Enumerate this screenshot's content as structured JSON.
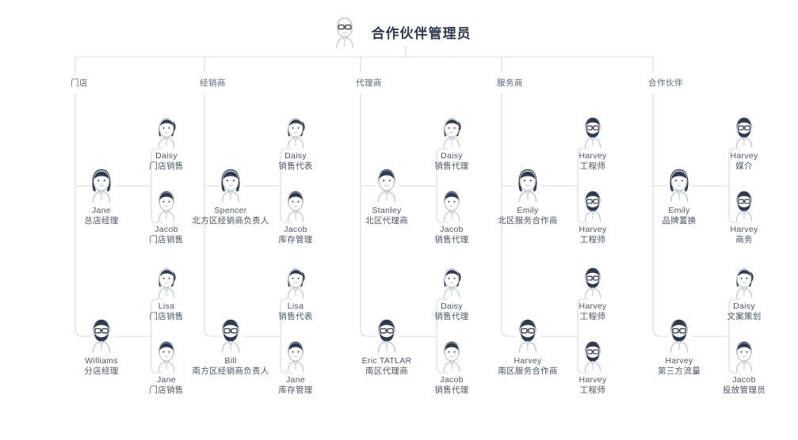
{
  "title": "合作伙伴管理员",
  "root_avatar": "avatar-male-glasses-bald",
  "theme": {
    "line_color": "#d3dae5",
    "text_color": "#4a5668",
    "title_color": "#2f3b4d",
    "avatar_stroke": "#c2cad6",
    "avatar_hair": "#2f3b4d",
    "background": "#ffffff"
  },
  "columns": [
    {
      "label": "门店",
      "groups": [
        {
          "parent": {
            "name": "Jane",
            "role": "总店经理",
            "avatar": "avatar-female-long-hair"
          },
          "children": [
            {
              "name": "Daisy",
              "role": "门店销售",
              "avatar": "avatar-female-ponytail"
            },
            {
              "name": "Jacob",
              "role": "门店销售",
              "avatar": "avatar-male-short-hair"
            }
          ]
        },
        {
          "parent": {
            "name": "Williams",
            "role": "分店经理",
            "avatar": "avatar-male-beard-glasses"
          },
          "children": [
            {
              "name": "Lisa",
              "role": "门店销售",
              "avatar": "avatar-female-ponytail"
            },
            {
              "name": "Jane",
              "role": "门店销售",
              "avatar": "avatar-male-short-hair"
            }
          ]
        }
      ]
    },
    {
      "label": "经销商",
      "groups": [
        {
          "parent": {
            "name": "Spencer",
            "role": "北方区经销商负责人",
            "avatar": "avatar-female-long-hair"
          },
          "children": [
            {
              "name": "Daisy",
              "role": "销售代表",
              "avatar": "avatar-female-ponytail"
            },
            {
              "name": "Jacob",
              "role": "库存管理",
              "avatar": "avatar-male-short-hair"
            }
          ]
        },
        {
          "parent": {
            "name": "Bill",
            "role": "南方区经销商负责人",
            "avatar": "avatar-male-beard-glasses"
          },
          "children": [
            {
              "name": "Lisa",
              "role": "销售代表",
              "avatar": "avatar-female-ponytail"
            },
            {
              "name": "Jane",
              "role": "库存管理",
              "avatar": "avatar-male-short-hair"
            }
          ]
        }
      ]
    },
    {
      "label": "代理商",
      "groups": [
        {
          "parent": {
            "name": "Stanley",
            "role": "北区代理商",
            "avatar": "avatar-male-short-hair"
          },
          "children": [
            {
              "name": "Daisy",
              "role": "销售代理",
              "avatar": "avatar-female-ponytail"
            },
            {
              "name": "Jacob",
              "role": "销售代理",
              "avatar": "avatar-male-short-hair"
            }
          ]
        },
        {
          "parent": {
            "name": "Eric TATLAR",
            "role": "南区代理商",
            "avatar": "avatar-male-beard-glasses"
          },
          "children": [
            {
              "name": "Daisy",
              "role": "销售代理",
              "avatar": "avatar-female-ponytail"
            },
            {
              "name": "Jacob",
              "role": "销售代理",
              "avatar": "avatar-male-short-hair"
            }
          ]
        }
      ]
    },
    {
      "label": "服务商",
      "groups": [
        {
          "parent": {
            "name": "Emily",
            "role": "北区服务合作商",
            "avatar": "avatar-female-long-hair"
          },
          "children": [
            {
              "name": "Harvey",
              "role": "工程师",
              "avatar": "avatar-male-beard-glasses"
            },
            {
              "name": "Harvey",
              "role": "工程师",
              "avatar": "avatar-male-beard-glasses"
            }
          ]
        },
        {
          "parent": {
            "name": "Harvey",
            "role": "南区服务合作商",
            "avatar": "avatar-male-beard-glasses"
          },
          "children": [
            {
              "name": "Harvey",
              "role": "工程师",
              "avatar": "avatar-male-beard-glasses"
            },
            {
              "name": "Harvey",
              "role": "工程师",
              "avatar": "avatar-male-beard-glasses"
            }
          ]
        }
      ]
    },
    {
      "label": "合作伙伴",
      "groups": [
        {
          "parent": {
            "name": "Emily",
            "role": "品牌置换",
            "avatar": "avatar-female-long-hair"
          },
          "children": [
            {
              "name": "Harvey",
              "role": "媒介",
              "avatar": "avatar-male-beard-glasses"
            },
            {
              "name": "Harvey",
              "role": "商务",
              "avatar": "avatar-male-beard-glasses"
            }
          ]
        },
        {
          "parent": {
            "name": "Harvey",
            "role": "第三方流量",
            "avatar": "avatar-male-beard-glasses"
          },
          "children": [
            {
              "name": "Daisy",
              "role": "文案策划",
              "avatar": "avatar-female-ponytail"
            },
            {
              "name": "Jacob",
              "role": "投放管理员",
              "avatar": "avatar-male-short-hair"
            }
          ]
        }
      ]
    }
  ]
}
